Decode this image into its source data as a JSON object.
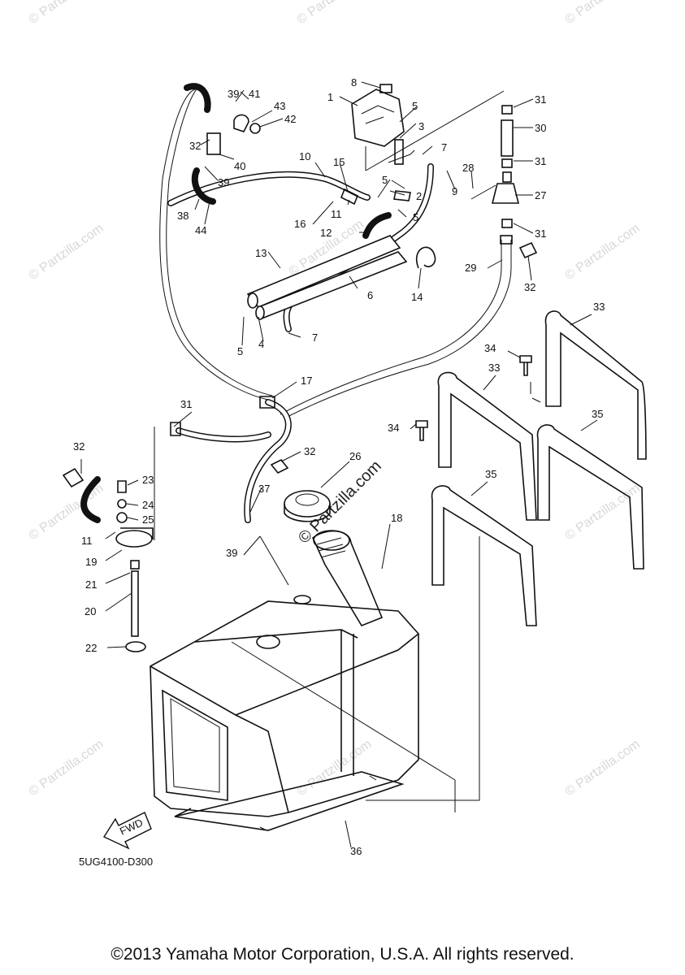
{
  "watermark": "© Partzilla.com",
  "watermark_center": "© Partzilla.com",
  "diagram_code": "5UG4100-D300",
  "fwd_label": "FWD",
  "copyright": "©2013 Yamaha Motor Corporation, U.S.A. All rights reserved.",
  "callouts": [
    "1",
    "2",
    "3",
    "4",
    "5",
    "5",
    "5",
    "5",
    "6",
    "7",
    "7",
    "8",
    "9",
    "10",
    "11",
    "11",
    "12",
    "13",
    "14",
    "15",
    "16",
    "17",
    "18",
    "19",
    "20",
    "21",
    "22",
    "23",
    "24",
    "25",
    "26",
    "27",
    "28",
    "29",
    "30",
    "31",
    "31",
    "31",
    "31",
    "32",
    "32",
    "32",
    "32",
    "33",
    "33",
    "34",
    "34",
    "35",
    "35",
    "36",
    "37",
    "38",
    "39",
    "39",
    "39",
    "40",
    "41",
    "42",
    "43",
    "44"
  ]
}
